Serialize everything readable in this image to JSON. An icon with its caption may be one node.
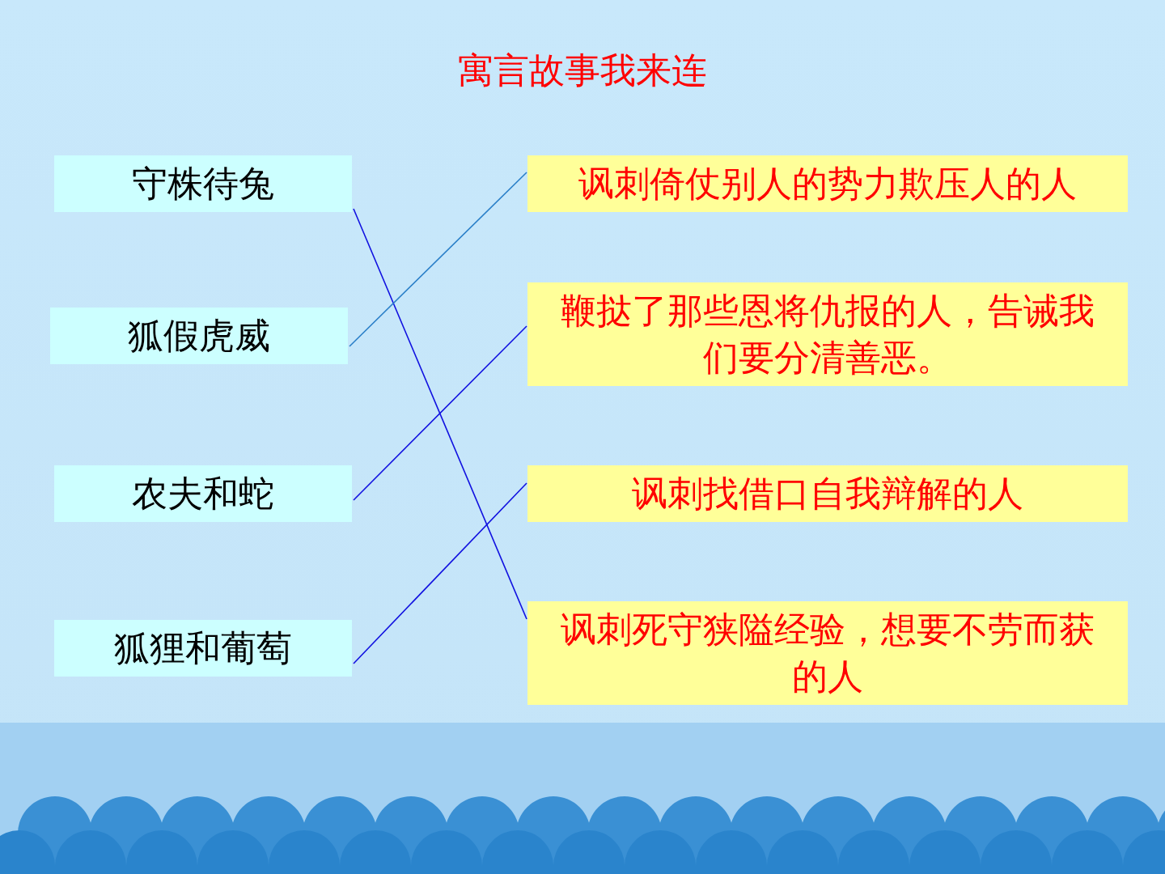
{
  "diagram": {
    "title": "寓言故事我来连",
    "nodes": [
      {
        "text": [
          "守株待兔"
        ]
      },
      {
        "text": [
          "狐假虎威"
        ]
      },
      {
        "text": [
          "农夫和蛇"
        ]
      },
      {
        "text": [
          "狐狸和葡萄"
        ]
      },
      {
        "text": [
          "讽刺倚仗别人的势力欺压人的人"
        ]
      },
      {
        "text": [
          "鞭挞了那些恩将仇报的人，告诫我们要分清善恶。"
        ]
      },
      {
        "text": [
          "讽刺找借口自我辩解的人"
        ]
      },
      {
        "text": [
          "讽刺死守狭隘经验，想要不劳而获的人"
        ]
      }
    ],
    "edges": [
      {
        "from": 0,
        "to": 7,
        "arrow": "none"
      },
      {
        "from": 1,
        "to": 4,
        "arrow": "none",
        "color": "#2a7fc8"
      },
      {
        "from": 2,
        "to": 5,
        "arrow": "none"
      },
      {
        "from": 3,
        "to": 6,
        "arrow": "none"
      }
    ]
  }
}
